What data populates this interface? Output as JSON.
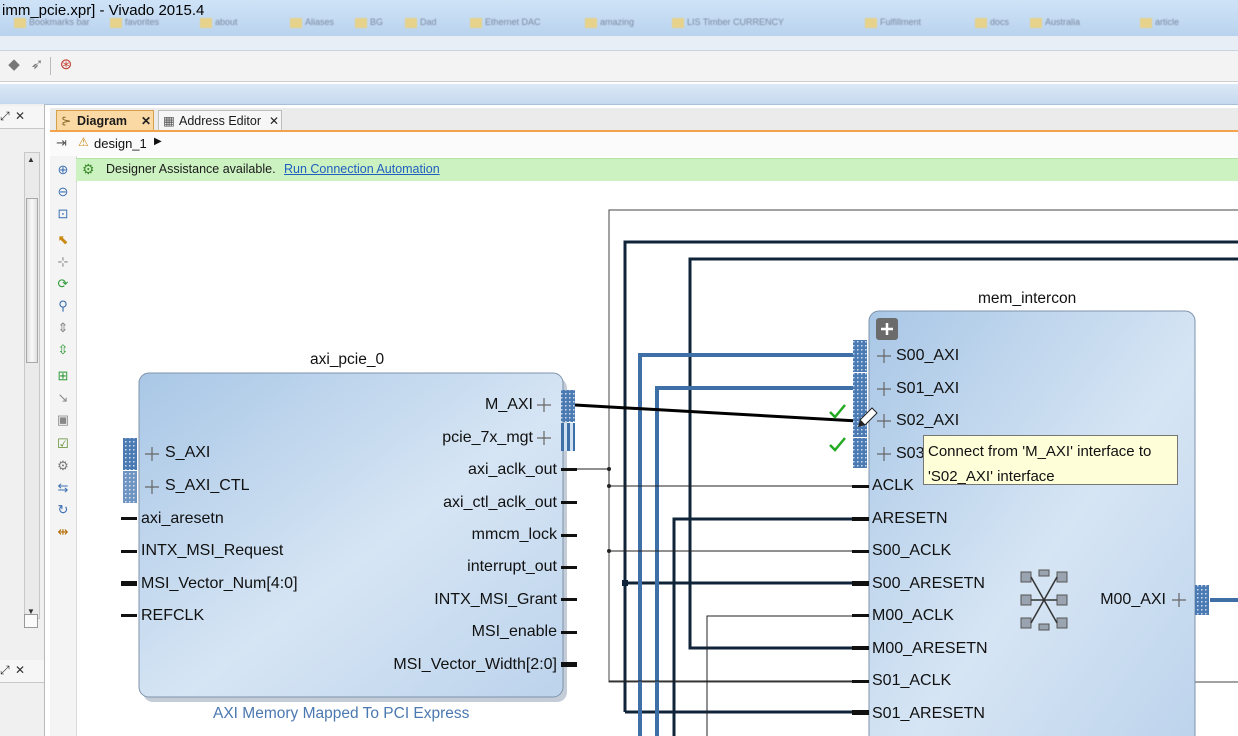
{
  "window": {
    "title": "imm_pcie.xpr] - Vivado 2015.4",
    "bookmarks_blurred": [
      "Bookmarks bar",
      "favorites",
      "about",
      "Aliases",
      "BG",
      "Dad",
      "Ethernet DAC",
      "amazing",
      "LIS Timber CURRENCY",
      "Fulfillment",
      "docs",
      "Australia",
      "article"
    ]
  },
  "tabs": [
    {
      "label": "Diagram",
      "active": true
    },
    {
      "label": "Address Editor",
      "active": false
    }
  ],
  "breadcrumb": {
    "design": "design_1"
  },
  "assist": {
    "message": "Designer Assistance available.",
    "link": "Run Connection Automation"
  },
  "blocks": {
    "axi_pcie": {
      "instance": "axi_pcie_0",
      "caption": "AXI Memory Mapped To PCI Express",
      "left_ports": [
        "S_AXI",
        "S_AXI_CTL",
        "axi_aresetn",
        "INTX_MSI_Request",
        "MSI_Vector_Num[4:0]",
        "REFCLK"
      ],
      "right_ports": [
        "M_AXI",
        "pcie_7x_mgt",
        "axi_aclk_out",
        "axi_ctl_aclk_out",
        "mmcm_lock",
        "interrupt_out",
        "INTX_MSI_Grant",
        "MSI_enable",
        "MSI_Vector_Width[2:0]"
      ]
    },
    "mem_intercon": {
      "instance": "mem_intercon",
      "left_ports": [
        "S00_AXI",
        "S01_AXI",
        "S02_AXI",
        "S03",
        "ACLK",
        "ARESETN",
        "S00_ACLK",
        "S00_ARESETN",
        "M00_ACLK",
        "M00_ARESETN",
        "S01_ACLK",
        "S01_ARESETN"
      ],
      "right_ports": [
        "M00_AXI"
      ]
    }
  },
  "tooltip": {
    "line1": "Connect from 'M_AXI' interface to",
    "line2": "'S02_AXI' interface"
  },
  "colors": {
    "block_fill": "#c7daef",
    "bus_blue": "#3e6fa6",
    "wire_dark": "#0f2438",
    "assist_bg": "#cdf2c2",
    "tab_active": "#fbd9a4",
    "check_green": "#22aa22"
  },
  "icons": {
    "toolbar": [
      "gear-icon",
      "pointer-icon",
      "help-icon"
    ],
    "vertical_tools": [
      "zoom-in-icon",
      "zoom-out-icon",
      "zoom-fit-icon",
      "select-icon",
      "fit-selection-icon",
      "refresh-icon",
      "search-icon",
      "align-icon",
      "expand-icon",
      "add-ip-icon",
      "connect-icon",
      "chip-icon",
      "validate-icon",
      "settings-icon",
      "regenerate-icon",
      "reload-icon",
      "port-icon"
    ]
  }
}
